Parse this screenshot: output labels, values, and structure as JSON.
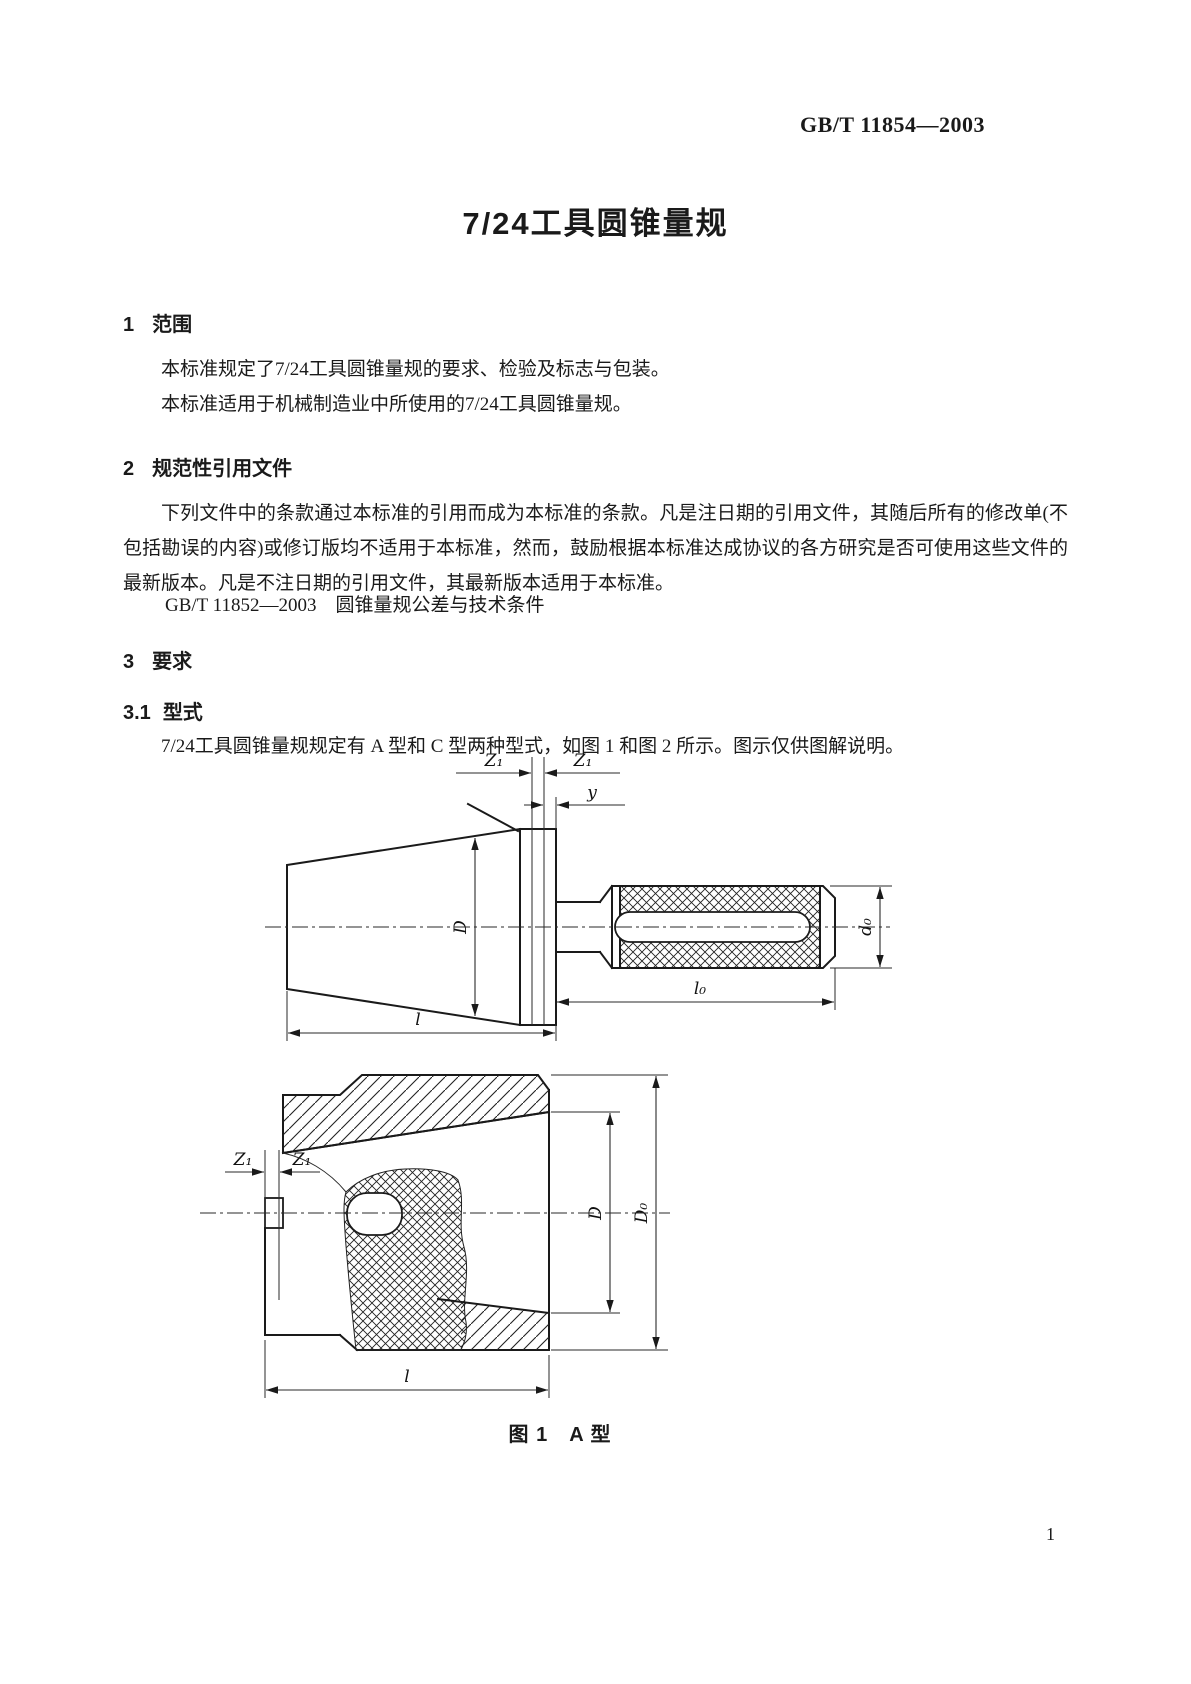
{
  "page": {
    "standard_code": "GB/T 11854—2003",
    "page_number": "1"
  },
  "title": "7/24工具圆锥量规",
  "sections": [
    {
      "number": "1",
      "heading": "范围",
      "paragraphs": [
        "本标准规定了7/24工具圆锥量规的要求、检验及标志与包装。",
        "本标准适用于机械制造业中所使用的7/24工具圆锥量规。"
      ]
    },
    {
      "number": "2",
      "heading": "规范性引用文件",
      "paragraphs": [
        "下列文件中的条款通过本标准的引用而成为本标准的条款。凡是注日期的引用文件，其随后所有的修改单(不包括勘误的内容)或修订版均不适用于本标准，然而，鼓励根据本标准达成协议的各方研究是否可使用这些文件的最新版本。凡是不注日期的引用文件，其最新版本适用于本标准。"
      ],
      "reference": "GB/T 11852—2003　圆锥量规公差与技术条件"
    },
    {
      "number": "3",
      "heading": "要求",
      "paragraphs": []
    },
    {
      "number": "3.1",
      "heading": "型式",
      "paragraphs": [
        "7/24工具圆锥量规规定有 A 型和 C 型两种型式，如图 1 和图 2 所示。图示仅供图解说明。"
      ]
    }
  ],
  "figure1": {
    "caption": "图 1　A 型",
    "labels": {
      "z1_plug_left": "Z₁",
      "z1_plug_right": "Z₁",
      "y_plug": "y",
      "d_plug": "D",
      "d0_handle": "d₀",
      "l0_handle": "l₀",
      "l_plug": "l",
      "z1_ring_left": "Z₁",
      "z1_ring_right": "Z₁",
      "d_ring": "D",
      "d0_ring": "D₀",
      "l_ring": "l"
    }
  }
}
